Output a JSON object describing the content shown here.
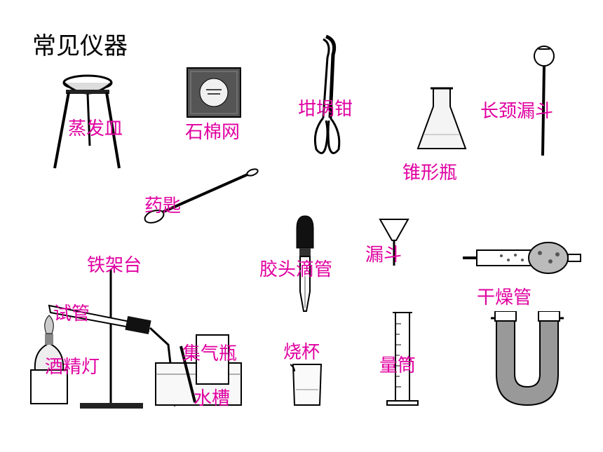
{
  "slide": {
    "title": "常见仪器",
    "labels": {
      "evaporating_dish": "蒸发皿",
      "asbestos_gauze": "石棉网",
      "crucible_tongs": "坩埚钳",
      "erlenmeyer_flask": "锥形瓶",
      "long_neck_funnel": "长颈漏斗",
      "spoon": "药匙",
      "dropper": "胶头滴管",
      "funnel": "漏斗",
      "drying_tube": "干燥管",
      "iron_stand": "铁架台",
      "test_tube": "试管",
      "alcohol_lamp": "酒精灯",
      "gas_jar": "集气瓶",
      "water_trough": "水槽",
      "beaker": "烧杯",
      "graduated_cylinder": "量筒"
    }
  }
}
